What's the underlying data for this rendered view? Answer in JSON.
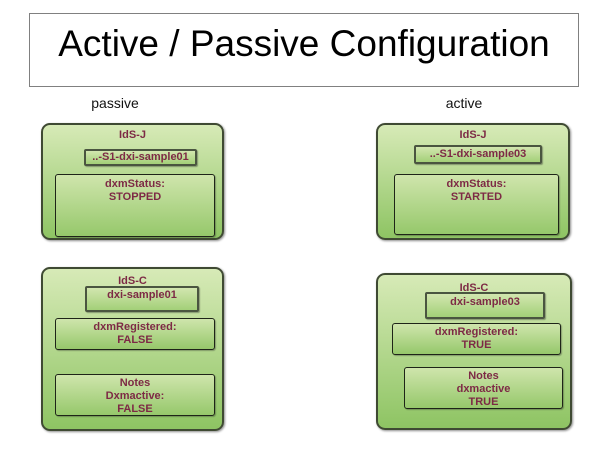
{
  "slide": {
    "title": "Active / Passive Configuration"
  },
  "columns": {
    "left_label": "passive",
    "right_label": "active"
  },
  "panels": [
    {
      "id": "ids-j-passive",
      "title": "IdS-J",
      "name": "..-S1-dxi-sample01",
      "boxes": [
        {
          "text": "dxmStatus:\nSTOPPED"
        }
      ]
    },
    {
      "id": "ids-j-active",
      "title": "IdS-J",
      "name": "..-S1-dxi-sample03",
      "boxes": [
        {
          "text": "dxmStatus:\nSTARTED"
        }
      ]
    },
    {
      "id": "ids-c-passive",
      "title": "IdS-C",
      "name": "dxi-sample01",
      "boxes": [
        {
          "text": "dxmRegistered:\nFALSE"
        },
        {
          "text": "Notes\nDxmactive:\nFALSE"
        }
      ]
    },
    {
      "id": "ids-c-active",
      "title": "IdS-C",
      "name": "dxi-sample03",
      "boxes": [
        {
          "text": "dxmRegistered:\nTRUE"
        },
        {
          "text": "Notes\ndxmactive\nTRUE"
        }
      ]
    }
  ],
  "colors": {
    "panel_gradient_top": "#d7eab7",
    "panel_gradient_bottom": "#8ec463",
    "accent_text": "#7d2a45",
    "panel_border": "#3f4a33",
    "title_border": "#808080"
  }
}
